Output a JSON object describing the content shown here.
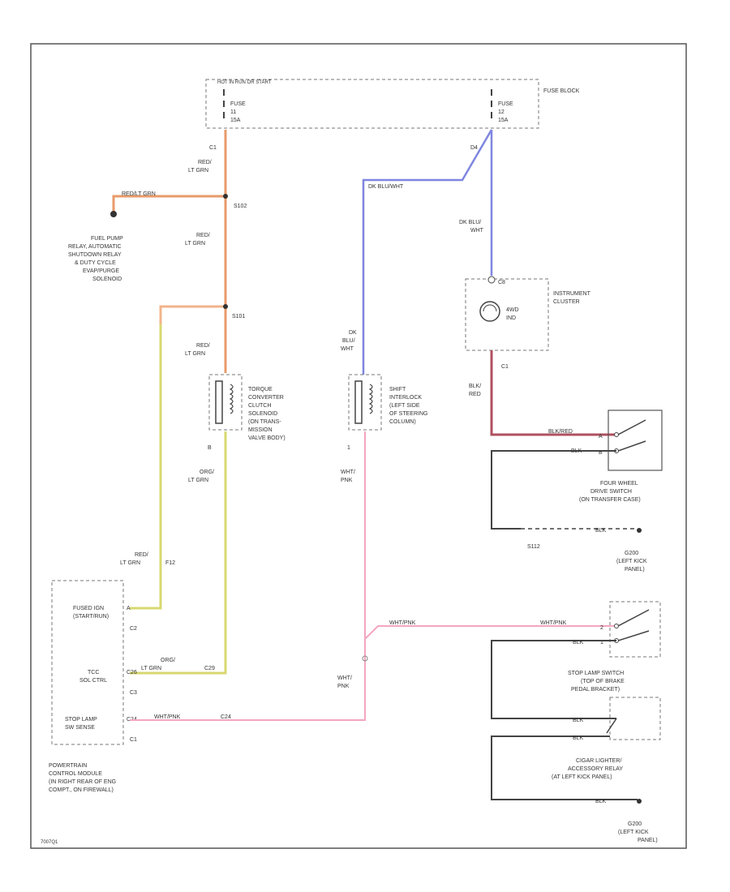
{
  "colors": {
    "red_lt_grn": "#e89a6a",
    "red_lt_grn_light": "#f2b48a",
    "org_lt_grn": "#d8d870",
    "dk_blu_wht": "#7f86e0",
    "wht_pnk": "#f4a6bf",
    "blk_red": "#b05060",
    "blk": "#444444"
  },
  "fuse_block": {
    "header": "HOT IN RUN OR START",
    "title": "FUSE BLOCK",
    "fuse_left": [
      "FUSE",
      "11",
      "15A"
    ],
    "fuse_right": [
      "FUSE",
      "12",
      "15A"
    ]
  },
  "wires": {
    "c1": "C1",
    "c1_color": [
      "RED/",
      "LT GRN"
    ],
    "red_lt_grn": [
      "RED/",
      "LT GRN"
    ],
    "red_lt_grn_2": [
      "RED/",
      "LT GRN"
    ],
    "red_lt_grn_3": [
      "RED/",
      "LT GRN"
    ],
    "branch_red_lt_grn": "RED/LT GRN",
    "d4": "D4",
    "dk_blu_wht_h": "DK BLU/WHT",
    "dk_blu_wht_v": [
      "DK BLU/",
      "WHT"
    ],
    "dk_blu_wht_v2": [
      "DK",
      "BLU/",
      "WHT"
    ],
    "org_lt_grn": [
      "ORG/",
      "LT GRN"
    ],
    "red_lt_grn_p": [
      "RED/",
      "LT GRN"
    ],
    "pin_f12": "F12",
    "wht_pnk_1": [
      "WHT/",
      "PNK"
    ],
    "wht_pnk_2": [
      "WHT/",
      "PNK"
    ],
    "wht_pnk_h": "WHT/PNK",
    "wht_pnk_h2": "WHT/PNK",
    "wht_pnk_pcm": "WHT/PNK",
    "blk_red_v": [
      "BLK/",
      "RED"
    ],
    "blk_red_h": "BLK/RED",
    "blk_1": "BLK",
    "blk_2": "BLK",
    "blk_3": "BLK",
    "blk_4": "BLK",
    "blk_5": "BLK",
    "blk_6": "BLK",
    "pin_a": "A",
    "pin_b": "B",
    "pin_1": "1",
    "pin_2": "2",
    "pin_c26": "C26",
    "pin_c29": "C29",
    "pin_c24": "C24",
    "c1_ic": "C1"
  },
  "splices": {
    "s102": "S102",
    "s101": "S101",
    "s112": "S112"
  },
  "components": {
    "fuel_pump": [
      "FUEL PUMP",
      "RELAY, AUTOMATIC",
      "SHUTDOWN RELAY",
      "& DUTY CYCLE",
      "EVAP/PURGE",
      "SOLENOID"
    ],
    "tcc_solenoid": [
      "TORQUE",
      "CONVERTER",
      "CLUTCH",
      "SOLENOID",
      "(ON TRANS-",
      "MISSION",
      "VALVE BODY)"
    ],
    "shift_interlock": [
      "SHIFT",
      "INTERLOCK",
      "(LEFT SIDE",
      "OF STEERING",
      "COLUMN)"
    ],
    "instrument_cluster": [
      "INSTRUMENT",
      "CLUSTER"
    ],
    "ind_label": [
      "4WD",
      "IND"
    ],
    "ic_connector": "C8",
    "four_wheel_switch": [
      "FOUR WHEEL",
      "DRIVE SWITCH",
      "(ON TRANSFER CASE)"
    ],
    "stop_lamp_switch": [
      "STOP LAMP SWITCH",
      "(TOP OF BRAKE",
      "PEDAL BRACKET)"
    ],
    "cigar_relay": [
      "CIGAR LIGHTER/",
      "ACCESSORY RELAY",
      "(AT LEFT KICK PANEL)"
    ],
    "pcm": [
      "POWERTRAIN",
      "CONTROL MODULE",
      "(IN RIGHT REAR OF ENG",
      "COMPT., ON FIREWALL)"
    ],
    "pcm_fused_ign": [
      "FUSED IGN",
      "(START/RUN)"
    ],
    "pcm_tcc": [
      "TCC",
      "SOL CTRL"
    ],
    "pcm_stop": [
      "STOP LAMP",
      "SW SENSE"
    ],
    "pcm_c2": "C2",
    "pcm_c3": "C3",
    "pcm_c1": "C1"
  },
  "grounds": {
    "g200_a": [
      "G200",
      "(LEFT KICK",
      "PANEL)"
    ],
    "g200_b": [
      "G200",
      "(LEFT KICK",
      "PANEL)"
    ]
  },
  "footer": {
    "code": "7007Q1"
  }
}
